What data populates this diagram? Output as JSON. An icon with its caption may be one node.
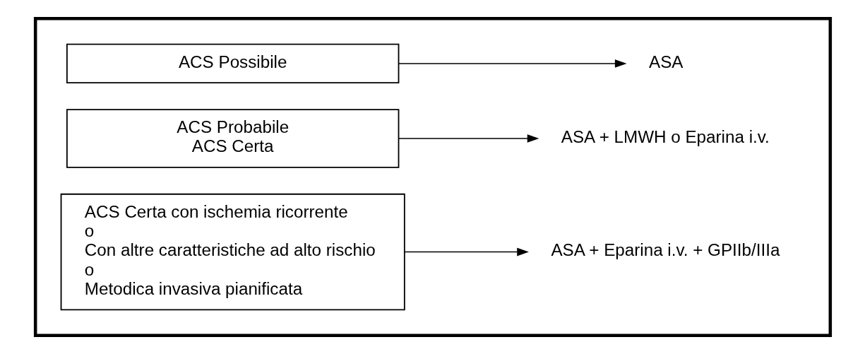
{
  "diagram": {
    "nodes": [
      {
        "text": [],
        "shape": "box"
      },
      {
        "text": [
          "ACS Possibile"
        ],
        "in": 0
      },
      {
        "text": [
          "ASA"
        ],
        "in": 0
      },
      {
        "text": [
          "ACS Probabile",
          "ACS Certa"
        ],
        "in": 0
      },
      {
        "text": [
          "ASA + LMWH o Eparina i.v."
        ],
        "in": 0
      },
      {
        "text": [
          "ACS Certa con ischemia ricorrente",
          "o",
          "Con altre caratteristiche ad alto rischio",
          "o",
          "Metodica invasiva pianificata"
        ],
        "in": 0
      },
      {
        "text": [
          "ASA + Eparina i.v. + GPIIb/IIIa"
        ],
        "in": 0
      }
    ],
    "edges": [
      {
        "from": 1,
        "to": 2,
        "arrow": "to"
      },
      {
        "from": 3,
        "to": 4,
        "arrow": "to"
      },
      {
        "from": 5,
        "to": 6,
        "arrow": "to"
      }
    ]
  }
}
